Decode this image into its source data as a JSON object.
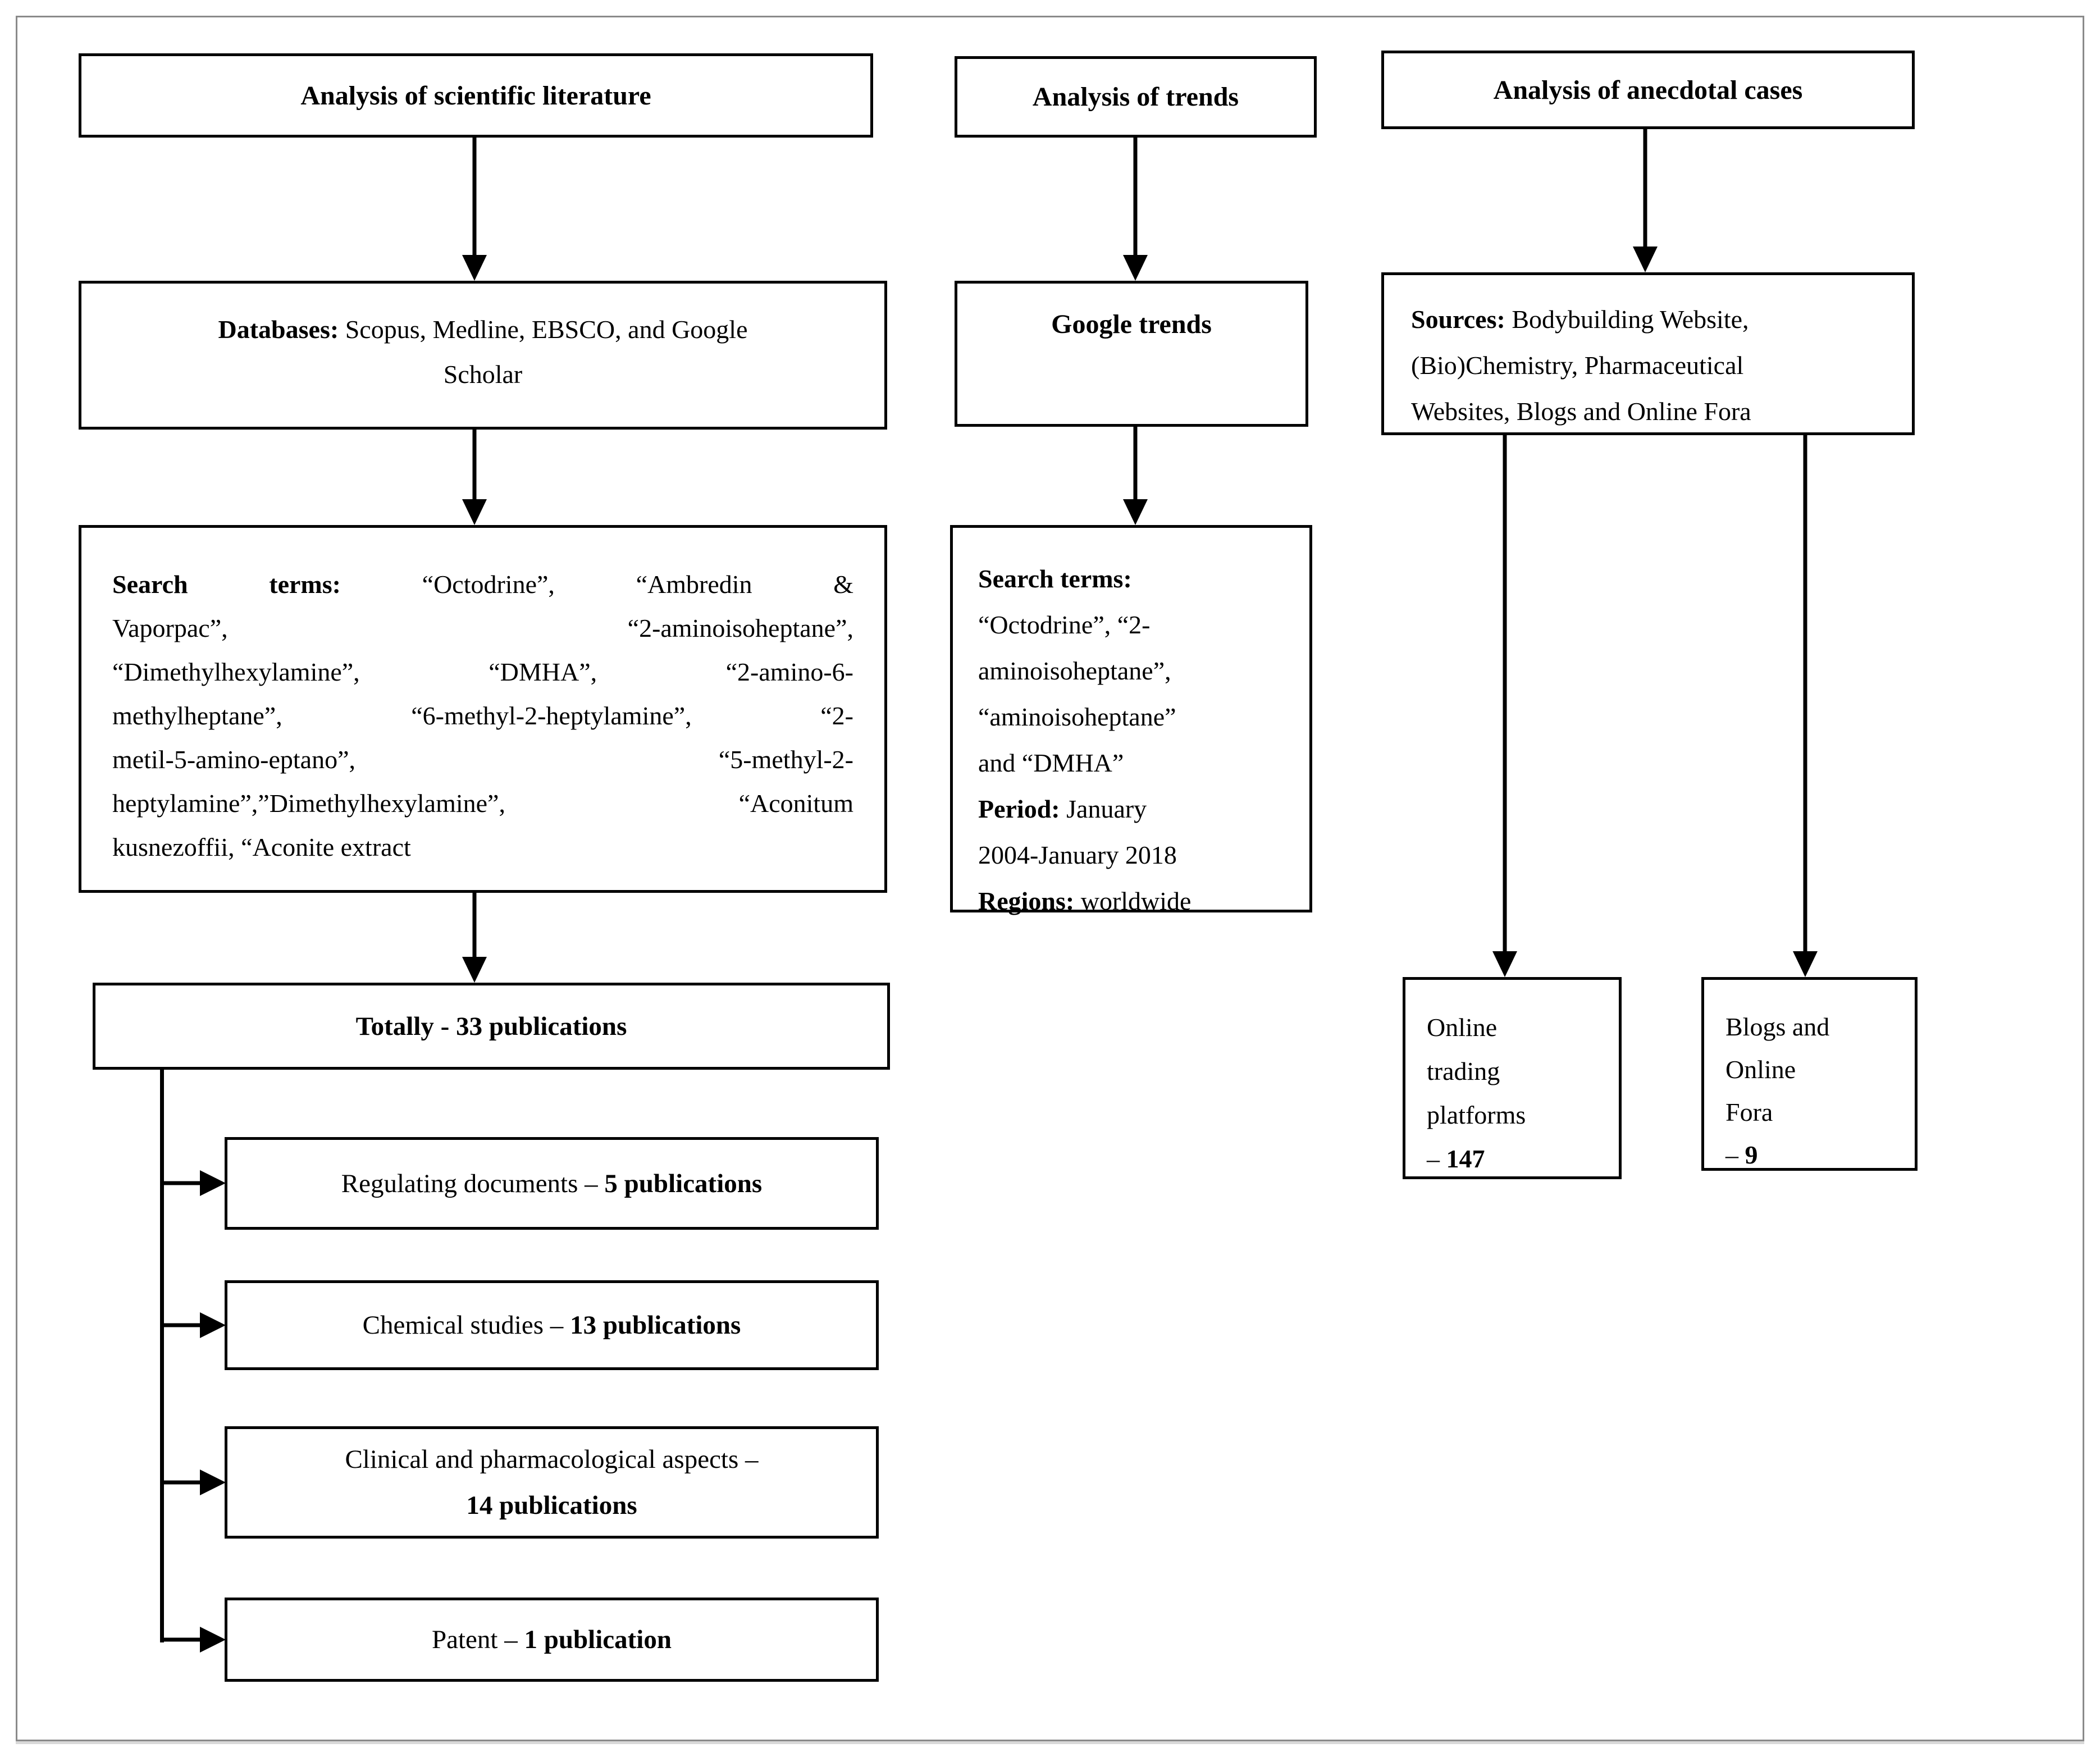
{
  "left_column": {
    "header": "Analysis of scientific literature",
    "databases_box": {
      "label": "Databases:",
      "line1_rest": " Scopus, Medline, EBSCO, and Google",
      "line2": "Scholar"
    },
    "search_box": {
      "label": "Search terms:",
      "line1_rest": " “Octodrine”, “Ambredin &",
      "line2": "Vaporpac”, “2-aminoisoheptane”,",
      "line3": "“Dimethylhexylamine”, “DMHA”, “2-amino-6-",
      "line4": "methylheptane”, “6-methyl-2-heptylamine”, “2-",
      "line5": "metil-5-amino-eptano”, “5-methyl-2-",
      "line6": "heptylamine”,”Dimethylhexylamine”, “Aconitum",
      "line7": "kusnezoffii, “Aconite extract"
    },
    "total_box": "Totally - 33 publications",
    "categories": [
      {
        "text": "Regulating documents – ",
        "count": "5 publications"
      },
      {
        "text": "Chemical studies – ",
        "count": "13 publications"
      },
      {
        "text": "Clinical and pharmacological aspects –",
        "count": "14 publications"
      },
      {
        "text": "Patent – ",
        "count": "1 publication"
      }
    ]
  },
  "middle_column": {
    "header": "Analysis of trends",
    "google_box": "Google trends",
    "search_box": {
      "label": "Search terms:",
      "line2": "“Octodrine”, “2-",
      "line3": "aminoisoheptane”,",
      "line4": "“aminoisoheptane”",
      "line5": "and “DMHA”",
      "period_label": "Period:",
      "period_rest": " January",
      "period_line2": "2004-January 2018",
      "regions_label": "Regions:",
      "regions_rest": " worldwide"
    }
  },
  "right_column": {
    "header": "Analysis of anecdotal cases",
    "sources_box": {
      "label": "Sources:",
      "line1_rest": " Bodybuilding Website,",
      "line2": "(Bio)Chemistry, Pharmaceutical",
      "line3": "Websites, Blogs and Online Fora"
    },
    "online_box": {
      "line1": "Online",
      "line2": "trading",
      "line3": "platforms",
      "dash": "– ",
      "count": "147"
    },
    "blogs_box": {
      "line1": "Blogs and",
      "line2": "Online",
      "line3": "Fora",
      "dash": "– ",
      "count": "9"
    }
  }
}
